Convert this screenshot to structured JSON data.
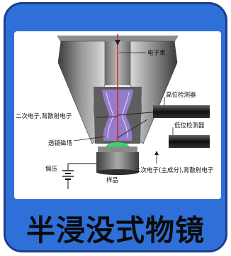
{
  "title": "半浸没式物镜",
  "labels": {
    "electron_beam": "电子束",
    "high_detector": "高位检测器",
    "secondary_backscatter": "二次电子,背散射电子",
    "low_detector": "低位检测器",
    "lens_field": "透镜磁场",
    "bias": "偏压",
    "sample": "样品",
    "secondary_main": "二次电子(主成分),背散射电子"
  },
  "colors": {
    "frame_blue": "#2f6fd8",
    "frame_border": "#1d3f8a",
    "beam_red": "#d62828",
    "field_purple": "#9b7fd6",
    "sample_green": "#39d36b"
  }
}
